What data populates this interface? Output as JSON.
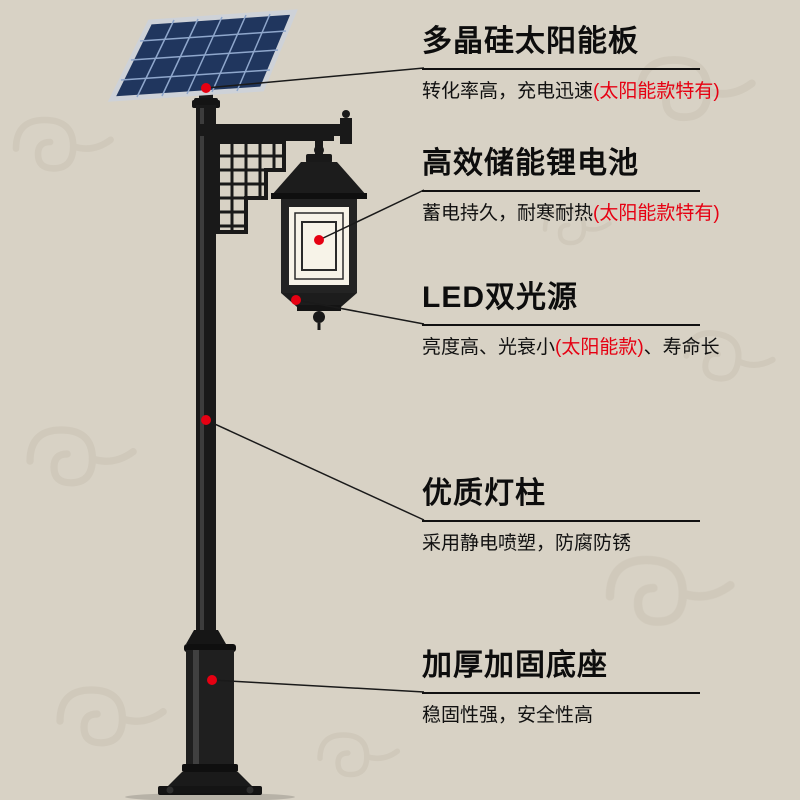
{
  "colors": {
    "background": "#d8d2c5",
    "accent_red": "#e60012",
    "ink": "#111111"
  },
  "callouts": [
    {
      "title": "多晶硅太阳能板",
      "desc_prefix": "转化率高，充电迅速",
      "desc_highlight": "(太阳能款特有)",
      "desc_suffix": ""
    },
    {
      "title": "高效储能锂电池",
      "desc_prefix": "蓄电持久，耐寒耐热",
      "desc_highlight": "(太阳能款特有)",
      "desc_suffix": ""
    },
    {
      "title": "LED双光源",
      "desc_prefix": "亮度高、光衰小",
      "desc_highlight": "(太阳能款)",
      "desc_suffix": "、寿命长"
    },
    {
      "title": "优质灯柱",
      "desc_prefix": "采用静电喷塑，防腐防锈",
      "desc_highlight": "",
      "desc_suffix": ""
    },
    {
      "title": "加厚加固底座",
      "desc_prefix": "稳固性强，安全性高",
      "desc_highlight": "",
      "desc_suffix": ""
    }
  ]
}
